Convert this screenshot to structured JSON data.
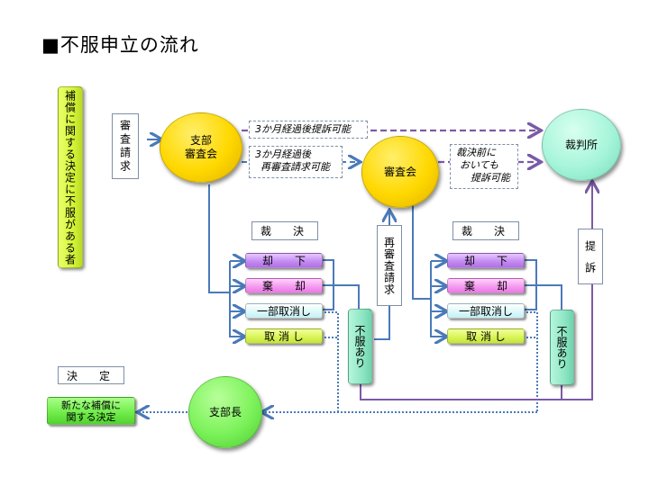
{
  "title": "■不服申立の流れ",
  "nodes": {
    "claimant": "補償に関する決定に不服がある者",
    "request_review": "審査請求",
    "branch_committee": "支部\n審査会",
    "committee": "審査会",
    "court": "裁判所",
    "branch_chief": "支部長",
    "re_request": "再審査請求",
    "lawsuit": "提　訴",
    "new_decision": "新たな補償に\n関する決定"
  },
  "notes": {
    "lawsuit_after_3m": "3か月経過後提訴可能",
    "rereview_after_3m_line1": "3か月経過後",
    "rereview_after_3m_line2": "再審査請求可能",
    "before_ruling_line1": "裁決前に",
    "before_ruling_line2": "おいても",
    "before_ruling_line3": "提訴可能"
  },
  "ruling_groups": [
    {
      "label": "裁　決",
      "outcomes": [
        "却　　下",
        "棄　　却",
        "一部取消し",
        "取 消 し"
      ],
      "objection": "不服あり"
    },
    {
      "label": "裁　決",
      "outcomes": [
        "却　　下",
        "棄　　却",
        "一部取消し",
        "取 消 し"
      ],
      "objection": "不服あり"
    }
  ],
  "decision_label": "決　定",
  "colors": {
    "flow_blue": "#4a7ab8",
    "lawsuit_purple": "#7b5aa6",
    "dotted_blue": "#4a7ab8"
  }
}
